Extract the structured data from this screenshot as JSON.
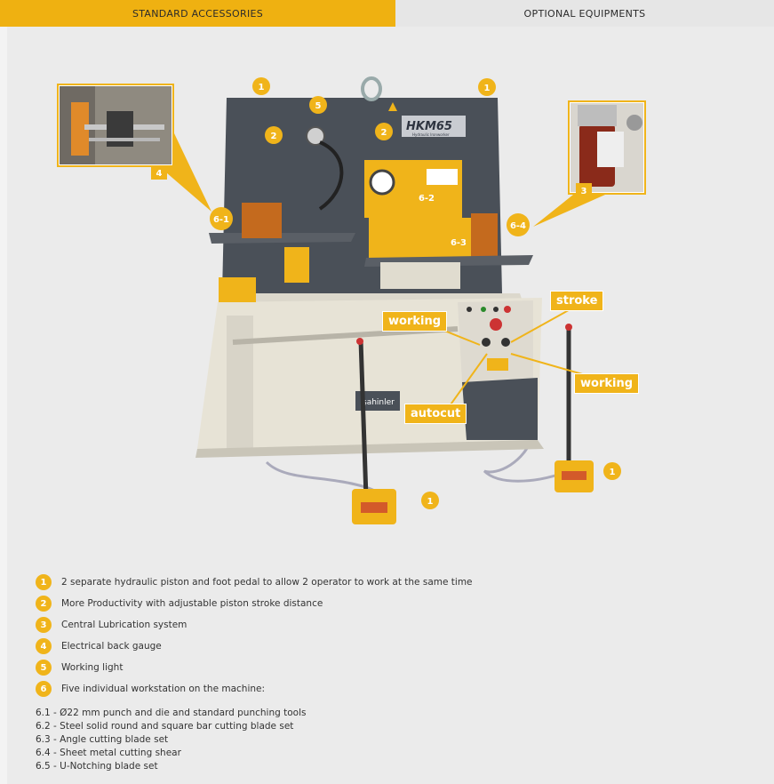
{
  "tabs": {
    "standard": "STANDARD ACCESSORIES",
    "optional": "OPTIONAL EQUIPMENTS"
  },
  "machine": {
    "model": "HKM65",
    "subtitle": "Hydraulic Ironworker",
    "brand": "şahinler"
  },
  "callouts": {
    "working_left": "working",
    "stroke": "stroke",
    "working_right": "working",
    "autocut": "autocut"
  },
  "badges": {
    "b1a": "1",
    "b1b": "1",
    "b1c": "1",
    "b1d": "1",
    "b2a": "2",
    "b2b": "2",
    "b3": "3",
    "b4": "4",
    "b5": "5",
    "b61": "6-1",
    "b62": "6-2",
    "b63": "6-3",
    "b64": "6-4"
  },
  "legend": [
    {
      "num": "1",
      "text": "2 separate hydraulic piston and foot pedal to allow 2 operator to work at the same time"
    },
    {
      "num": "2",
      "text": "More Productivity with adjustable piston stroke distance"
    },
    {
      "num": "3",
      "text": "Central Lubrication system"
    },
    {
      "num": "4",
      "text": "Electrical back gauge"
    },
    {
      "num": "5",
      "text": "Working light"
    },
    {
      "num": "6",
      "text": "Five individual workstation on the machine:"
    }
  ],
  "workstations": [
    "6.1 - Ø22 mm punch and die and standard punching tools",
    "6.2 - Steel solid round and square bar cutting blade set",
    "6.3 - Angle cutting blade set",
    "6.4 - Sheet metal cutting shear",
    "6.5 - U-Notching blade set"
  ],
  "colors": {
    "accent": "#efb111",
    "machine_body": "#e7e3d6",
    "machine_dark": "#4a5058"
  }
}
